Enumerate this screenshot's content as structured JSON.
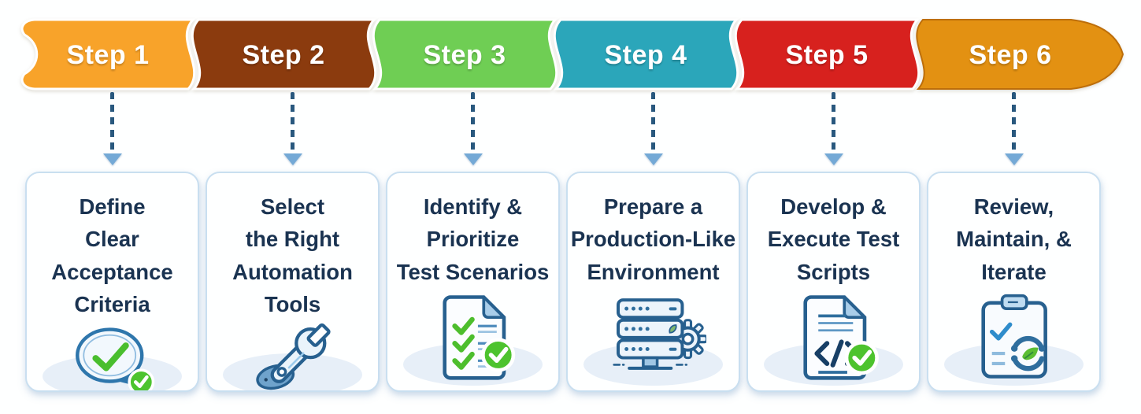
{
  "steps": [
    {
      "label": "Step 1",
      "color": "#F8A32A"
    },
    {
      "label": "Step 2",
      "color": "#8B3B0E"
    },
    {
      "label": "Step 3",
      "color": "#6FCE54"
    },
    {
      "label": "Step 4",
      "color": "#2BA6BA"
    },
    {
      "label": "Step 5",
      "color": "#D7211E"
    },
    {
      "label": "Step 6",
      "color": "#E39112"
    }
  ],
  "cards": [
    {
      "title": "Define\nClear\nAcceptance\nCriteria",
      "icon": "speech-bubble-check-icon"
    },
    {
      "title": "Select\nthe Right\nAutomation\nTools",
      "icon": "wrench-icon"
    },
    {
      "title": "Identify &\nPrioritize\nTest Scenarios",
      "icon": "checklist-document-icon"
    },
    {
      "title": "Prepare a\nProduction-Like\nEnvironment",
      "icon": "server-stack-gear-icon"
    },
    {
      "title": "Develop &\nExecute Test\nScripts",
      "icon": "code-document-check-icon"
    },
    {
      "title": "Review,\nMaintain, &\nIterate",
      "icon": "clipboard-refresh-icon"
    }
  ],
  "colors": {
    "step_text": "#FFFFFF",
    "step6_outline": "#BD6E0A",
    "arrow_dash": "#29587E",
    "arrow_head": "#74A9D6",
    "card_border": "#C9DFF0",
    "card_background": "#FEFFFF",
    "card_text": "#1A3351",
    "icon_outline": "#27608F",
    "icon_fill": "#EAF4FB",
    "success_green": "#4DC32E",
    "badge_ring": "#FFFFFF"
  }
}
